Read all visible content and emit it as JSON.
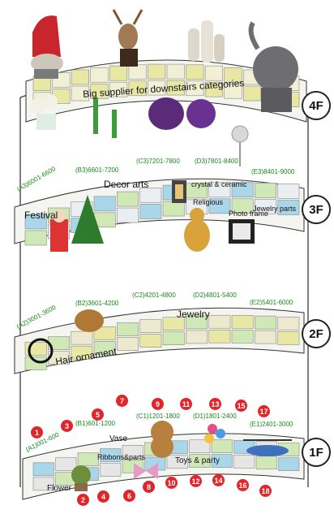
{
  "floors": [
    {
      "label": "4F",
      "category": "Big supplier for downstairs categories"
    },
    {
      "label": "3F"
    },
    {
      "label": "2F"
    },
    {
      "label": "1F"
    }
  ],
  "floor3": {
    "zones": [
      "(A3)6001-6600",
      "(B3)6601-7200",
      "(C3)7201-7800",
      "(D3)7801-8400",
      "(E3)8401-9000"
    ],
    "categories": [
      "Festival",
      "Decor arts",
      "crystal & ceramic",
      "Religious",
      "Photo frame",
      "Jewelry parts"
    ]
  },
  "floor2": {
    "zones": [
      "(A2)3001-3600",
      "(B2)3601-4200",
      "(C2)4201-4800",
      "(D2)4801-5400",
      "(E2)5401-6000"
    ],
    "categories": [
      "Hair ornament",
      "Jewelry"
    ]
  },
  "floor1": {
    "zones": [
      "(A1)001-600",
      "(B1)601-1200",
      "(C1)1201-1800",
      "(D1)1801-2400",
      "(E1)2401-3000"
    ],
    "categories": [
      "Flower",
      "Vase",
      "Ribbons&parts",
      "Toys & party"
    ],
    "markers": [
      "1",
      "2",
      "3",
      "4",
      "5",
      "6",
      "7",
      "8",
      "9",
      "10",
      "11",
      "12",
      "13",
      "14",
      "15",
      "16",
      "17",
      "18"
    ]
  },
  "colors": {
    "cell_yellow": "#e9e7a4",
    "cell_green": "#cfe8b5",
    "cell_blue": "#a9d6e8",
    "zone_green": "#1a8a1a",
    "marker_red": "#e0262a"
  }
}
